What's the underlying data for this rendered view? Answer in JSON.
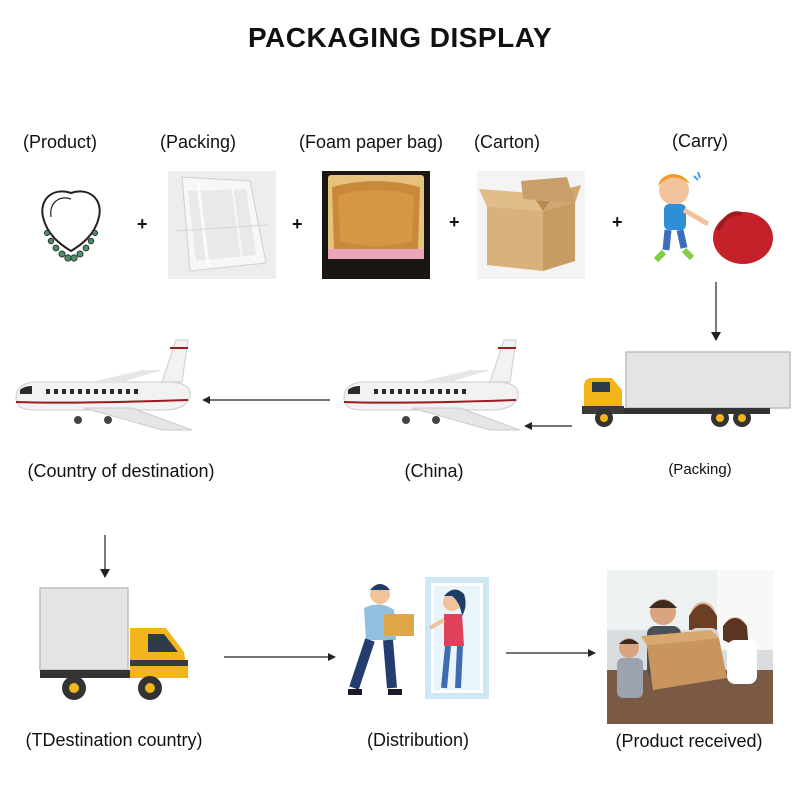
{
  "title": "PACKAGING DISPLAY",
  "row1": {
    "labels": [
      "(Product)",
      "(Packing)",
      "(Foam paper bag)",
      "(Carton)",
      "(Carry)"
    ],
    "plus": "+"
  },
  "row2": {
    "labels": [
      "(Country of destination)",
      "(China)",
      "(Packing)"
    ]
  },
  "row3": {
    "labels": [
      "(TDestination country)",
      "(Distribution)",
      "(Product received)"
    ]
  }
}
